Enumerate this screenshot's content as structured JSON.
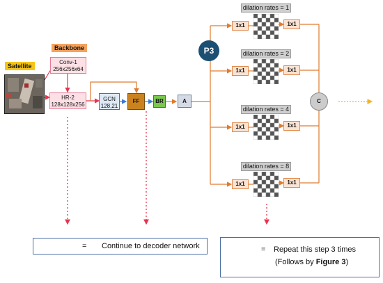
{
  "input_label": "Satellite",
  "backbone_label": "Backbone",
  "conv1": {
    "name": "Conv-1",
    "size": "256x256x64"
  },
  "hr2": {
    "name": "HR-2",
    "size": "128x128x256"
  },
  "gcn": {
    "name": "GCN",
    "size": "128,21"
  },
  "ff_label": "FF",
  "br_label": "BR",
  "a_label": "A",
  "p3_label": "P3",
  "c_label": "C",
  "conv_1x1_label": "1x1",
  "dilation_rates": [
    "dilation rates = 1",
    "dilation rates = 2",
    "dilation rates = 4",
    "dilation rates = 8"
  ],
  "legend_continue": {
    "eq": "=",
    "text": "Continue to decoder network"
  },
  "legend_repeat": {
    "eq": "=",
    "text": "Repeat this step 3 times",
    "sub_prefix": "(Follows by ",
    "sub_bold": "Figure 3",
    "sub_suffix": ")"
  },
  "colors": {
    "red_arrow": "#e8344e",
    "orange_line": "#e07b2e",
    "blue_line": "#3a7bd5",
    "yellow_arrow": "#f0b429",
    "p3_fill": "#1d4f73"
  }
}
